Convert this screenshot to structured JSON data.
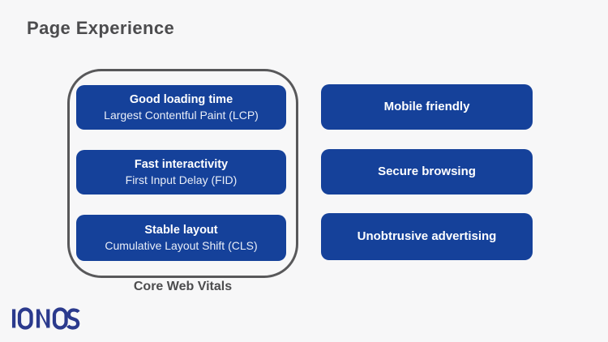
{
  "title": "Page Experience",
  "core_web_vitals": {
    "caption": "Core Web Vitals",
    "items": [
      {
        "title": "Good loading time",
        "subtitle": "Largest Contentful Paint (LCP)"
      },
      {
        "title": "Fast interactivity",
        "subtitle": "First Input Delay (FID)"
      },
      {
        "title": "Stable layout",
        "subtitle": "Cumulative Layout Shift (CLS)"
      }
    ]
  },
  "other_factors": [
    {
      "title": "Mobile friendly"
    },
    {
      "title": "Secure browsing"
    },
    {
      "title": "Unobtrusive advertising"
    }
  ],
  "branding": {
    "logo_text": "IONOS"
  },
  "colors": {
    "background": "#f7f7f8",
    "box_blue": "#15419a",
    "outline_gray": "#58585a",
    "heading_gray": "#4c4c4e",
    "logo_blue": "#2b3a8d"
  }
}
